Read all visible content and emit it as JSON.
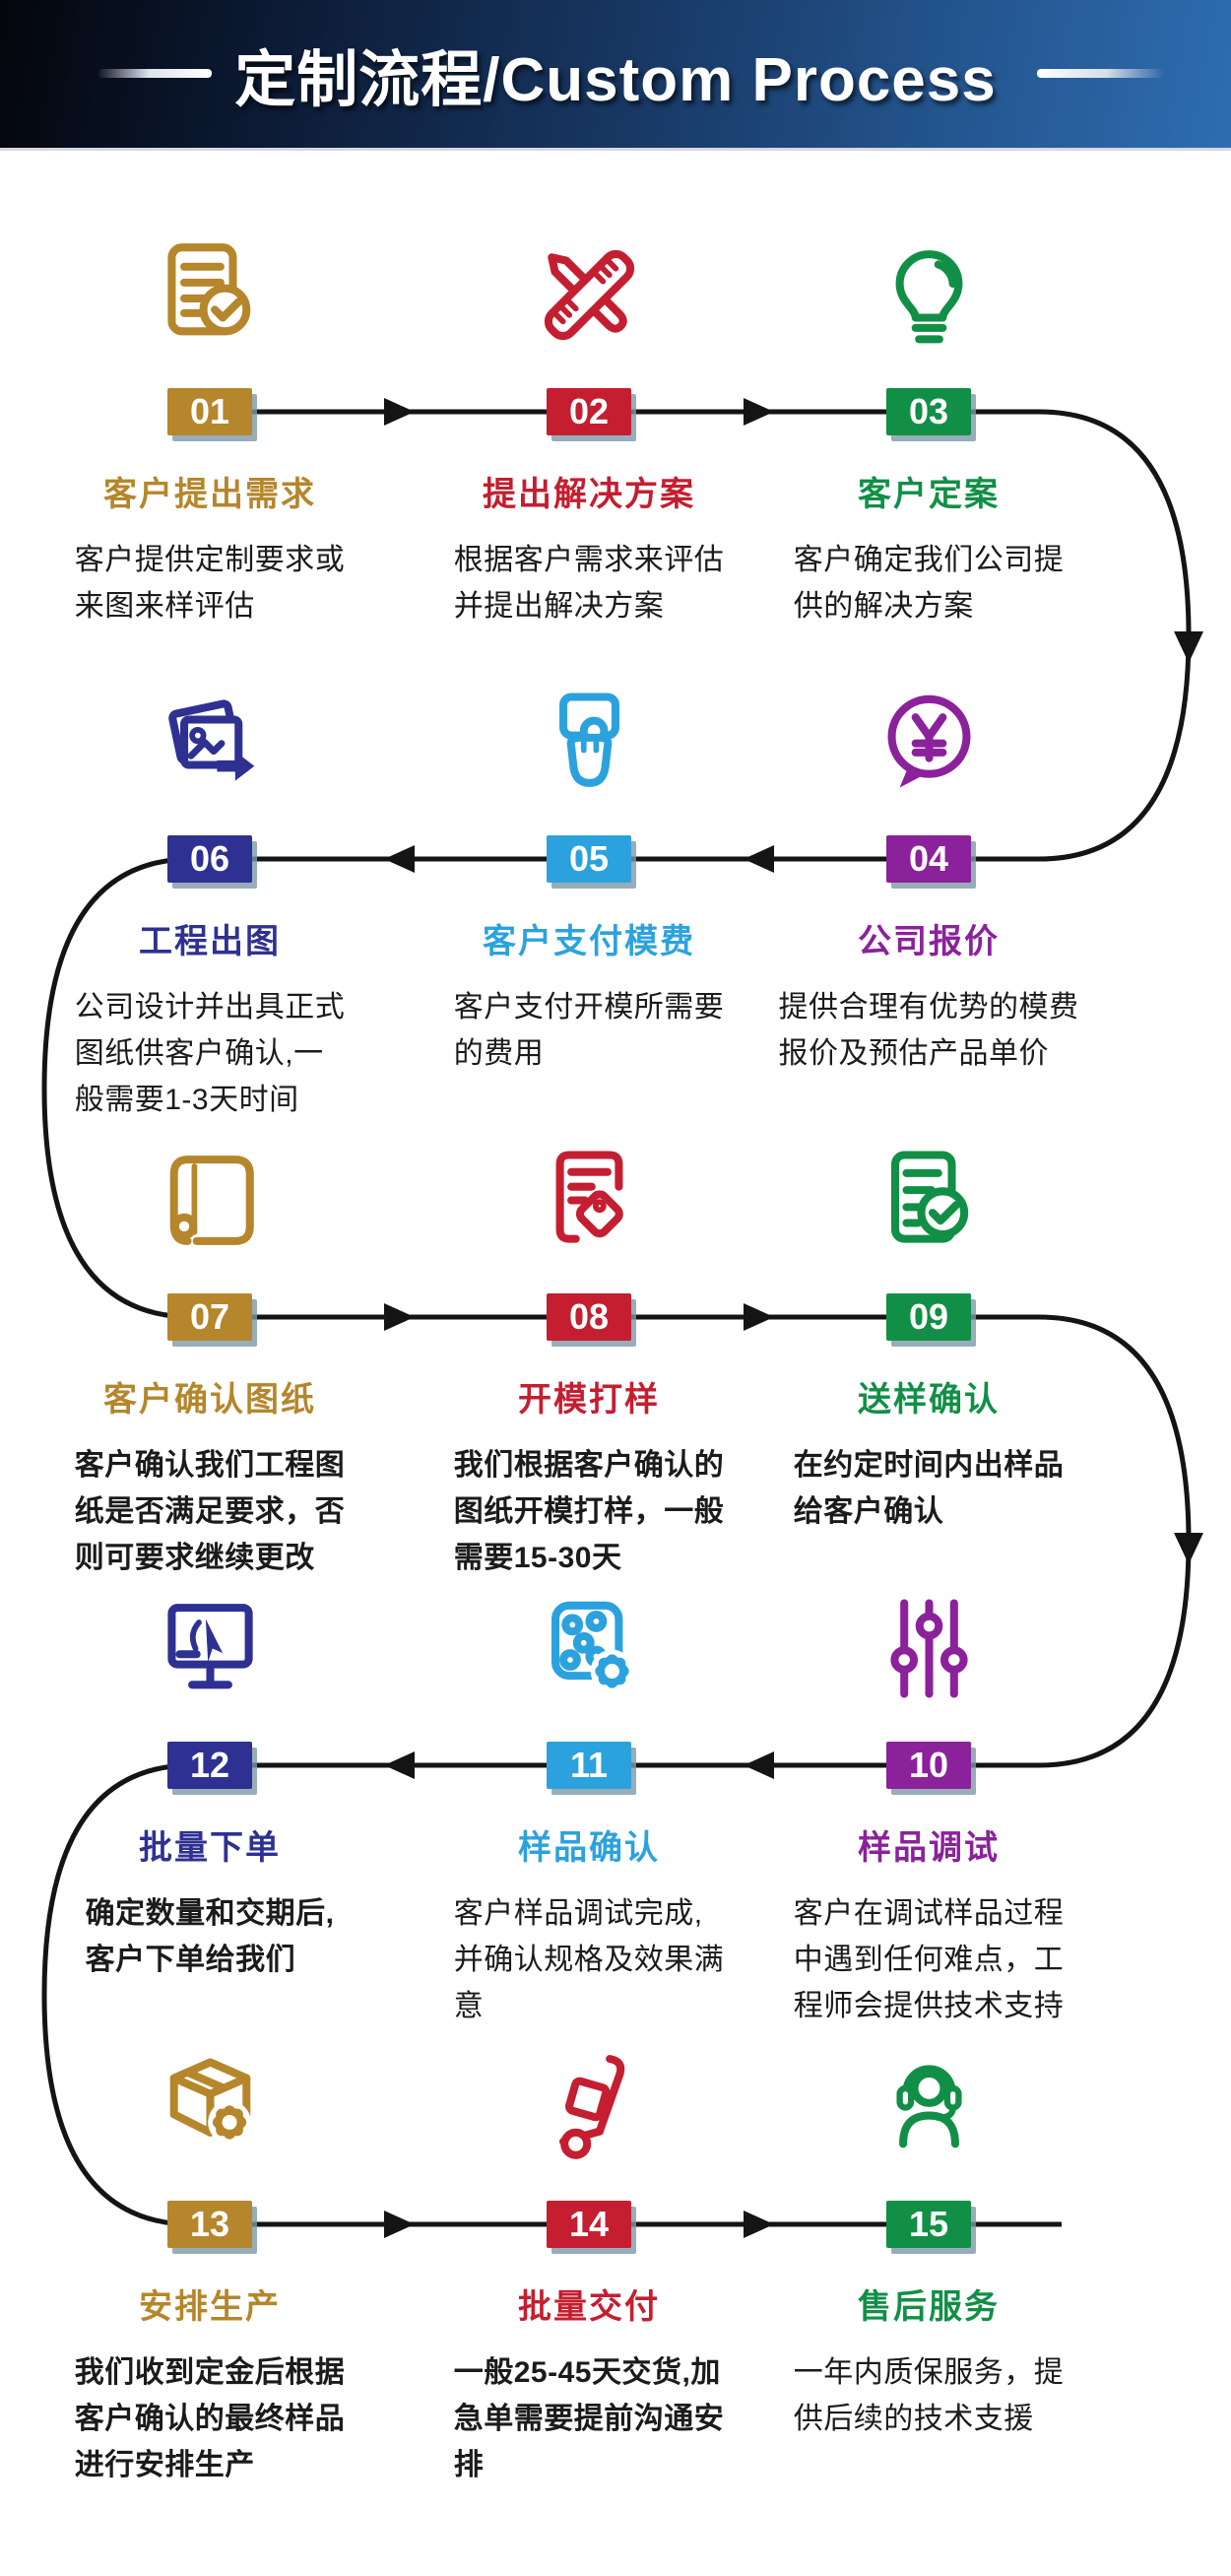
{
  "header": {
    "title": "定制流程/Custom Process"
  },
  "colors": {
    "line": "#141414",
    "badge_shadow": "#7D98A8",
    "header_left": "#04060c",
    "header_right": "#2e6db1",
    "gold": "#B5862B",
    "red": "#C41E30",
    "green": "#128F46",
    "purple": "#8B219B",
    "sky": "#2BA2DE",
    "navy": "#2E3192"
  },
  "steps": [
    {
      "num": "01",
      "title": "客户提出需求",
      "desc": "客户提供定制要求或\n来图来样评估",
      "color": "#B5862B",
      "icon": "document-check"
    },
    {
      "num": "02",
      "title": "提出解决方案",
      "desc": "根据客户需求来评估\n并提出解决方案",
      "color": "#C41E30",
      "icon": "pencil-ruler"
    },
    {
      "num": "03",
      "title": "客户定案",
      "desc": "客户确定我们公司提\n供的解决方案",
      "color": "#128F46",
      "icon": "lightbulb"
    },
    {
      "num": "04",
      "title": "公司报价",
      "desc": "提供合理有优势的模费\n报价及预估产品单价",
      "color": "#8B219B",
      "icon": "yuan-chat"
    },
    {
      "num": "05",
      "title": "客户支付模费",
      "desc": "客户支付开模所需要\n的费用",
      "color": "#2BA2DE",
      "icon": "payment-hand"
    },
    {
      "num": "06",
      "title": "工程出图",
      "desc": "公司设计并出具正式\n图纸供客户确认,一\n般需要1-3天时间",
      "color": "#2E3192",
      "icon": "photo-export"
    },
    {
      "num": "07",
      "title": "客户确认图纸",
      "desc": "客户确认我们工程图\n纸是否满足要求，否\n则可要求继续更改",
      "color": "#B5862B",
      "icon": "drawing-scroll"
    },
    {
      "num": "08",
      "title": "开模打样",
      "desc": "我们根据客户确认的\n图纸开模打样，一般\n需要15-30天",
      "color": "#C41E30",
      "icon": "document-tag"
    },
    {
      "num": "09",
      "title": "送样确认",
      "desc": "在约定时间内出样品\n给客户确认",
      "color": "#128F46",
      "icon": "checklist-check"
    },
    {
      "num": "10",
      "title": "样品调试",
      "desc": "客户在调试样品过程\n中遇到任何难点，工\n程师会提供技术支持",
      "color": "#8B219B",
      "icon": "sliders"
    },
    {
      "num": "11",
      "title": "样品确认",
      "desc": "客户样品调试完成,\n并确认规格及效果满\n意",
      "color": "#2BA2DE",
      "icon": "dice-gear"
    },
    {
      "num": "12",
      "title": "批量下单",
      "desc": "确定数量和交期后,\n客户下单给我们",
      "color": "#2E3192",
      "icon": "monitor-cursor"
    },
    {
      "num": "13",
      "title": "安排生产",
      "desc": "我们收到定金后根据\n客户确认的最终样品\n进行安排生产",
      "color": "#B5862B",
      "icon": "box-gear"
    },
    {
      "num": "14",
      "title": "批量交付",
      "desc": "一般25-45天交货,加\n急单需要提前沟通安\n排",
      "color": "#C41E30",
      "icon": "trolley"
    },
    {
      "num": "15",
      "title": "售后服务",
      "desc": "一年内质保服务，提\n供后续的技术支援",
      "color": "#128F46",
      "icon": "headset-support"
    }
  ]
}
